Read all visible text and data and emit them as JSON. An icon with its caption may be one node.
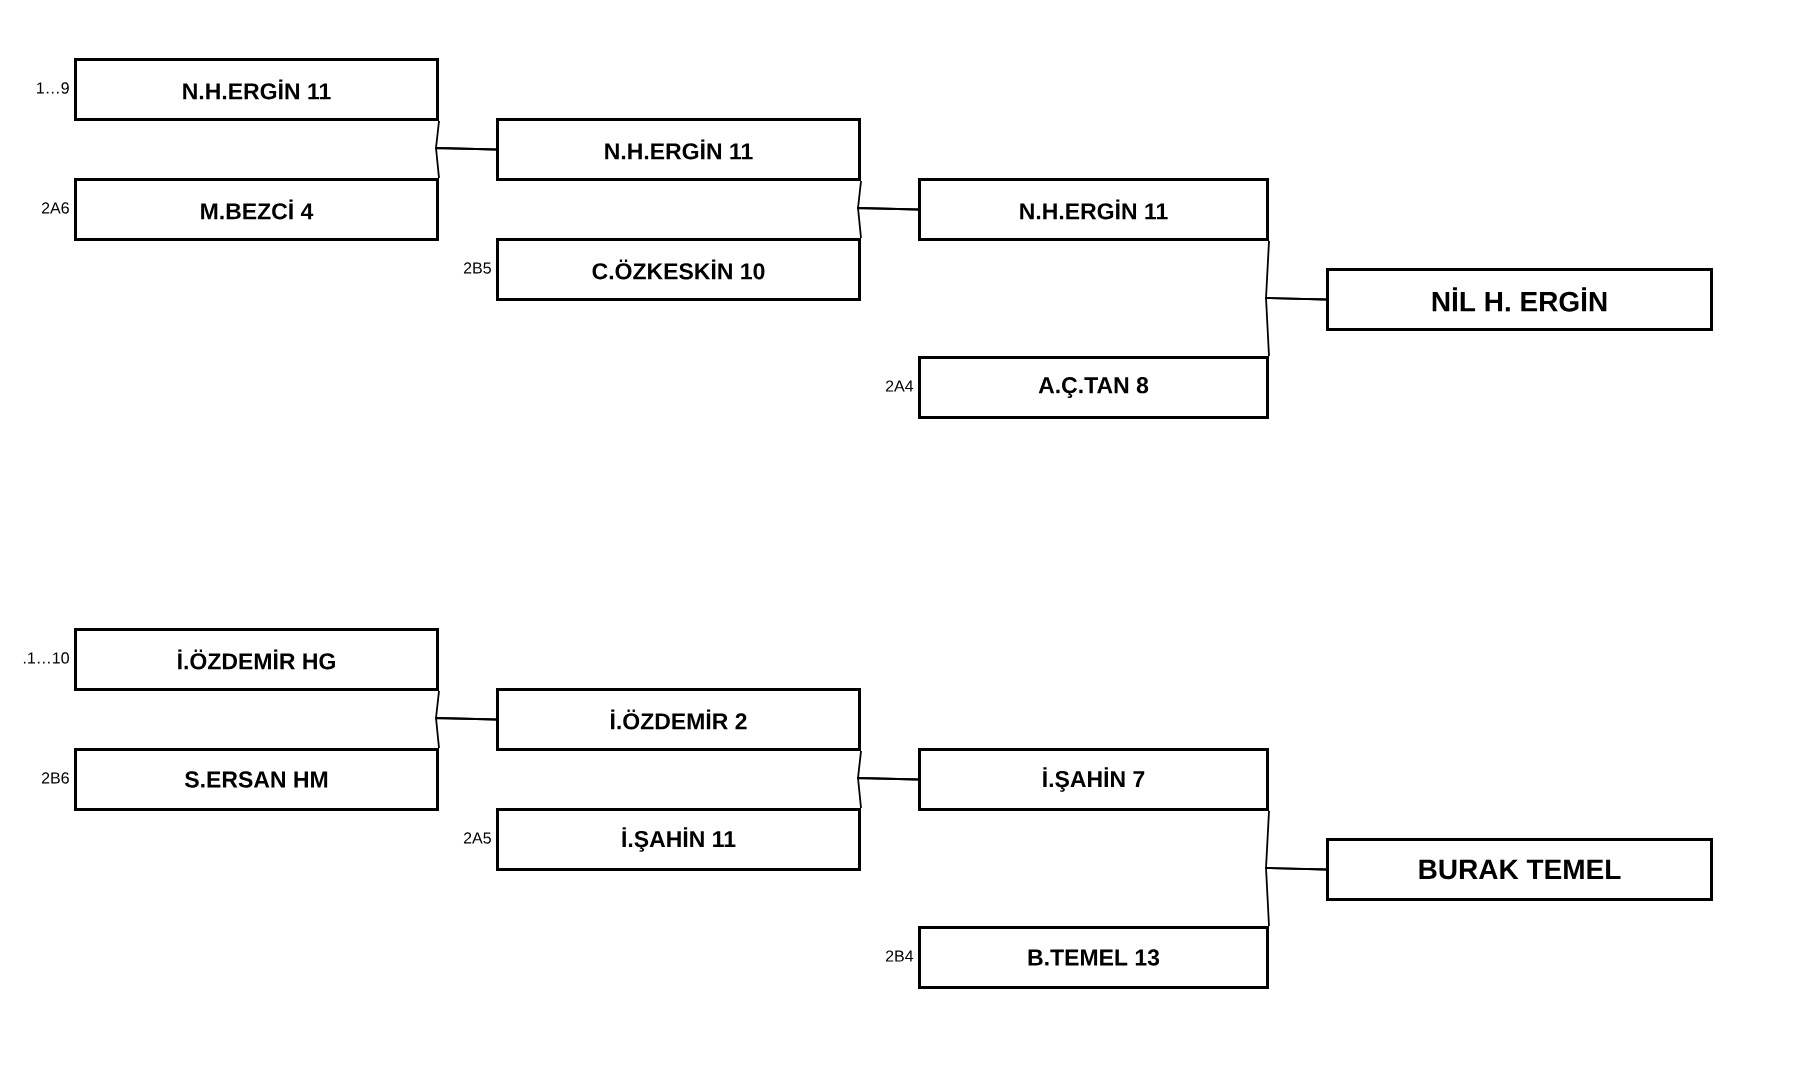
{
  "diagram": {
    "nodes": [
      {
        "text": [
          "N.H.ERGİN  11"
        ],
        "beside": [
          "1…9"
        ]
      },
      {
        "text": [
          "M.BEZCİ  4"
        ],
        "beside": [
          "2A6"
        ]
      },
      {
        "text": [
          "N.H.ERGİN  11"
        ]
      },
      {
        "text": [
          "C.ÖZKESKİN  10"
        ],
        "beside": [
          "2B5"
        ]
      },
      {
        "text": [
          "N.H.ERGİN  11"
        ]
      },
      {
        "text": [
          "A.Ç.TAN  8"
        ],
        "beside": [
          "2A4"
        ]
      },
      {
        "text": [
          "NİL H. ERGİN"
        ]
      },
      {
        "text": [
          "İ.ÖZDEMİR  HG"
        ],
        "beside": [
          ".1…10"
        ]
      },
      {
        "text": [
          "S.ERSAN  HM"
        ],
        "beside": [
          "2B6"
        ]
      },
      {
        "text": [
          "İ.ÖZDEMİR  2"
        ]
      },
      {
        "text": [
          "İ.ŞAHİN  11"
        ],
        "beside": [
          "2A5"
        ]
      },
      {
        "text": [
          "İ.ŞAHİN  7"
        ]
      },
      {
        "text": [
          "B.TEMEL  13"
        ],
        "beside": [
          "2B4"
        ]
      },
      {
        "text": [
          "BURAK TEMEL"
        ]
      }
    ],
    "edges": [
      {
        "from": 0,
        "to": 2,
        "arrow": "none"
      },
      {
        "from": 1,
        "to": 2,
        "arrow": "none"
      },
      {
        "from": 2,
        "to": 4,
        "arrow": "none"
      },
      {
        "from": 3,
        "to": 4,
        "arrow": "none"
      },
      {
        "from": 4,
        "to": 6,
        "arrow": "none"
      },
      {
        "from": 5,
        "to": 6,
        "arrow": "none"
      },
      {
        "from": 7,
        "to": 9,
        "arrow": "none"
      },
      {
        "from": 8,
        "to": 9,
        "arrow": "none"
      },
      {
        "from": 9,
        "to": 11,
        "arrow": "none"
      },
      {
        "from": 10,
        "to": 11,
        "arrow": "none"
      },
      {
        "from": 11,
        "to": 13,
        "arrow": "none"
      },
      {
        "from": 12,
        "to": 13,
        "arrow": "none"
      }
    ]
  }
}
